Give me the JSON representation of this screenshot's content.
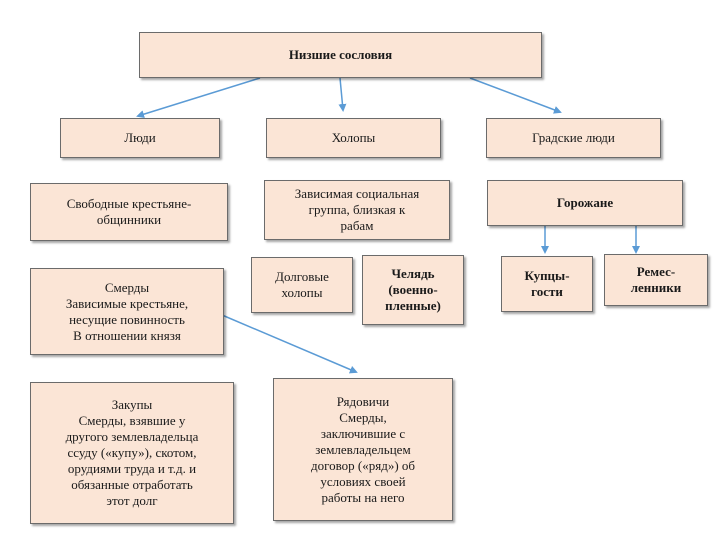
{
  "root": {
    "label": "Низшие сословия"
  },
  "categories": {
    "people": "Люди",
    "serfs": "Холопы",
    "townspeople": "Градские люди"
  },
  "subgroups": {
    "free_peasants": "Свободные крестьяне-\nобщинники",
    "smerdy": "Смерды\nЗависимые крестьяне,\nнесущие повинность\nВ отношении князя",
    "zakupy": "Закупы\nСмерды, взявшие у\nдругого землевладельца\nссуду («купу»), скотом,\nорудиями труда и т.д. и\nобязанные отработать\nэтот долг",
    "dependent_group": "Зависимая социальная\nгруппа, близкая к\nрабам",
    "debt_serfs": "Долговые\nхолопы",
    "chelyad": "Челядь\n(военно-\nпленные)",
    "ryadovichi": "Рядовичи\nСмерды,\nзаключившие с\nземлевладельцем\nдоговор («ряд») об\nусловиях своей\nработы на него",
    "gorozhane": "Горожане",
    "kuptsy": "Купцы-\nгости",
    "remeslenniki": "Ремес-\nленники"
  },
  "colors": {
    "box_fill": "#fbe5d6",
    "box_border": "#6b6b6b",
    "arrow": "#5b9bd5"
  }
}
